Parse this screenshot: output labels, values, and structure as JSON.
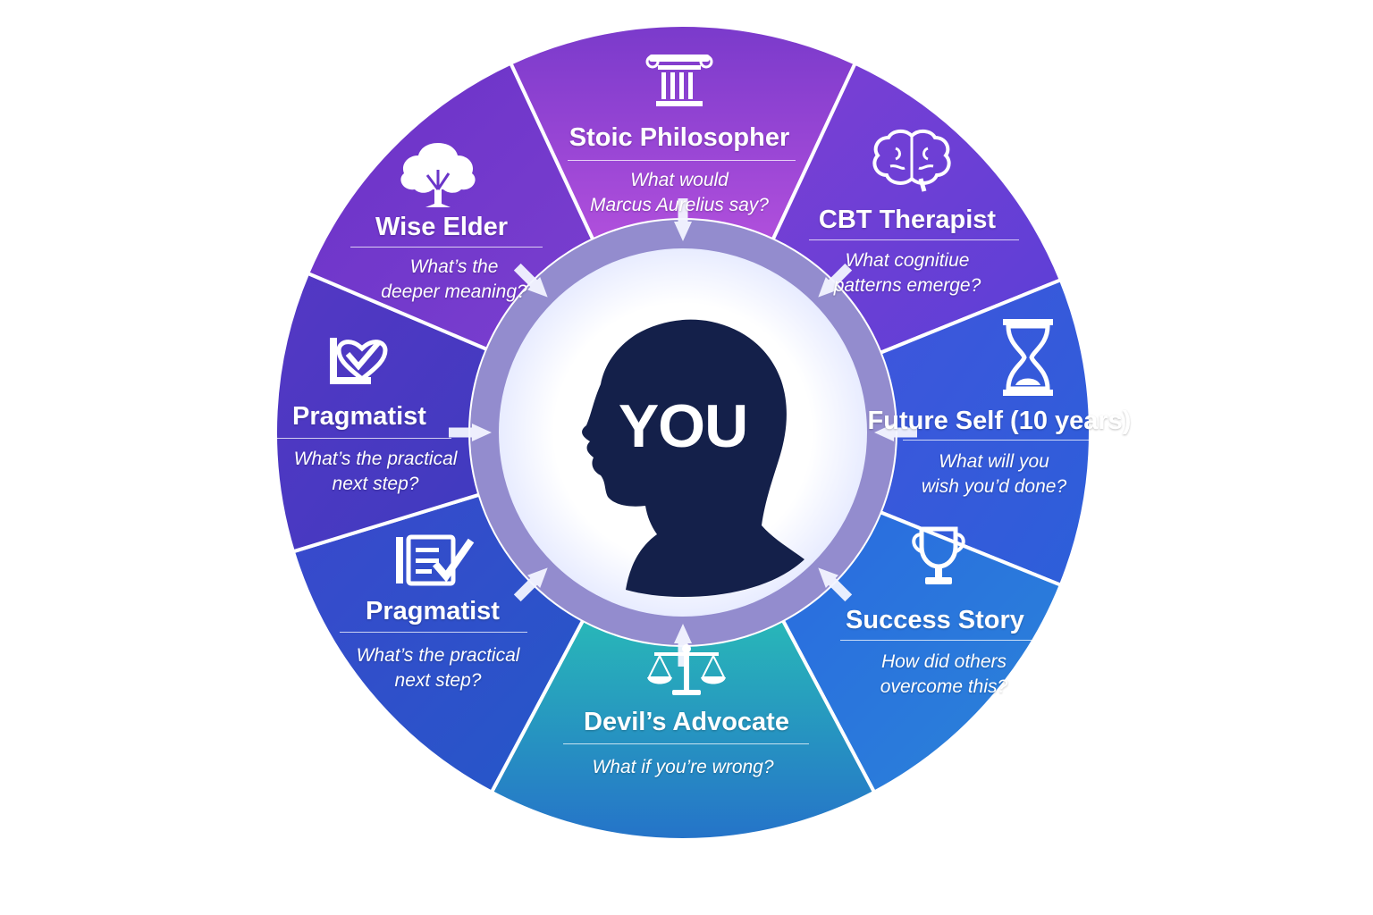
{
  "center": {
    "label": "YOU"
  },
  "perspectives": [
    {
      "id": "stoic",
      "title": "Stoic Philosopher",
      "question": [
        "What would",
        "Marcus Aurelius say?"
      ],
      "icon": "column-icon"
    },
    {
      "id": "cbt",
      "title": "CBT Therapist",
      "question": [
        "What cognitiue",
        "patterns emerge?"
      ],
      "icon": "brain-icon"
    },
    {
      "id": "future",
      "title": "Future Self (10 years)",
      "question": [
        "What will you",
        "wish you’d done?"
      ],
      "icon": "hourglass-icon"
    },
    {
      "id": "success",
      "title": "Success Story",
      "question": [
        "How did others",
        "overcome this?"
      ],
      "icon": "trophy-icon"
    },
    {
      "id": "devil",
      "title": "Devil’s Advocate",
      "question": [
        "What if you’re wrong?"
      ],
      "icon": "scales-icon"
    },
    {
      "id": "pragmatist-lower",
      "title": "Pragmatist",
      "question": [
        "What’s the practical",
        "next step?"
      ],
      "icon": "checklist-icon"
    },
    {
      "id": "pragmatist-upper",
      "title": "Pragmatist",
      "question": [
        "What’s the practical",
        "next step?"
      ],
      "icon": "heart-check-icon"
    },
    {
      "id": "elder",
      "title": "Wise Elder",
      "question": [
        "What’s the",
        "deeper meaning?"
      ],
      "icon": "tree-icon"
    }
  ],
  "colors": {
    "stoic": "#8b3fd0",
    "cbt": "#6a3ad6",
    "future": "#2f5ad8",
    "success": "#2770db",
    "devil": "#1fa3b5",
    "pragmatist-lower": "#3346c8",
    "pragmatist-upper": "#4a34c2",
    "elder": "#6133c6",
    "ring": "#3b2fa8",
    "head": "#14204a"
  }
}
